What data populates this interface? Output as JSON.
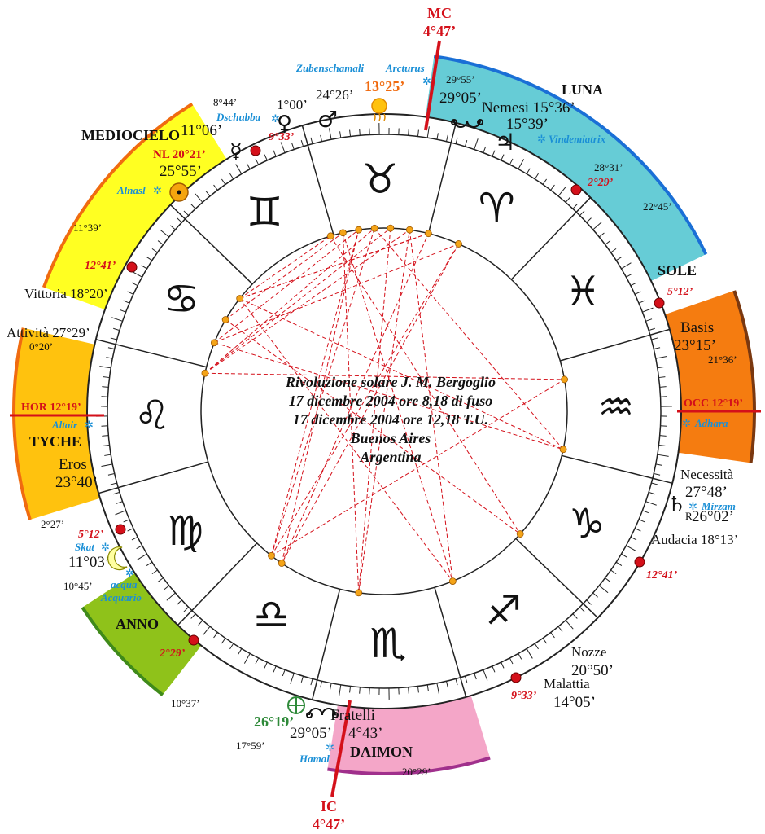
{
  "title_lines": [
    "Rivoluzione solare J. M. Bergoglio",
    "17 dicembre 2004 ore 8,18 di fuso",
    "17 dicembre 2004 ore 12,18 T.U.",
    "Buenos Aires",
    "Argentina"
  ],
  "axes": {
    "mc_label": "MC",
    "mc_deg": "4°47’",
    "ic_label": "IC",
    "ic_deg": "4°47’",
    "hor_label": "HOR  12°19’",
    "occ_label": "OCC  12°19’"
  },
  "houses": {
    "luna": {
      "name": "LUNA",
      "start": "29°55’",
      "end": "28°31’",
      "color": "#66ccd6",
      "edge": "#1a6fd6"
    },
    "sole": {
      "name": "SOLE",
      "start": "22°45’",
      "end": "21°36’",
      "color": "#f57c10",
      "edge": "#7a3810"
    },
    "daimon": {
      "name": "DAIMON",
      "start": "17°59’",
      "end": "20°29’",
      "color": "#f4a6c8",
      "edge": "#a0308c"
    },
    "anno": {
      "name": "ANNO",
      "start": "10°45’",
      "end": "10°37’",
      "color": "#8fc21a",
      "edge": "#3f8a1a"
    },
    "tyche": {
      "name": "TYCHE",
      "start": "0°20’",
      "end": "2°27’",
      "color": "#ffc20e",
      "edge": "#f06b10"
    },
    "mediocielo": {
      "name": "MEDIOCIELO",
      "start": "8°44’",
      "end": "11°39’",
      "color": "#ffff22",
      "edge": "#f06b10"
    }
  },
  "cusps": [
    {
      "id": "c1",
      "text": "2°29’"
    },
    {
      "id": "c2",
      "text": "5°12’"
    },
    {
      "id": "c3",
      "text": "12°41’"
    },
    {
      "id": "c4",
      "text": "9°33’"
    },
    {
      "id": "c5",
      "text": "2°29’"
    },
    {
      "id": "c6",
      "text": "5°12’"
    },
    {
      "id": "c7",
      "text": "12°41’"
    },
    {
      "id": "c8",
      "text": "9°33’"
    }
  ],
  "stars": {
    "zubenschamali": "Zubenschamali",
    "arcturus": "Arcturus",
    "dschubba": "Dschubba",
    "vindemiatrix": "Vindemiatrix",
    "alnasl": "Alnasl",
    "altair": "Altair",
    "adhara": "Adhara",
    "mirzam": "Mirzam",
    "skat": "Skat",
    "hamal": "Hamal"
  },
  "planets": {
    "venus_deg": "1°00’",
    "mars_deg": "24°26’",
    "sun_deg": "13°25’",
    "node_deg": "29°05’",
    "nemesi": "Nemesi 15°36’",
    "jupiter_deg": "15°39’",
    "mercury_deg": "11°06’",
    "nl": "NL 20°21’",
    "mercury_extra": "25°55’",
    "vittoria": "Vittoria 18°20’",
    "attivita": "Attività 27°29’",
    "eros_name": "Eros",
    "eros_deg": "23°40’",
    "moon_deg": "11°03’",
    "acqua": "acqua",
    "acquario": "Acquario",
    "basis_name": "Basis",
    "basis_deg": "23°15’",
    "necessita_name": "Necessità",
    "necessita_deg": "27°48’",
    "saturn_deg": "26°02’",
    "saturn_r": "R",
    "audacia": "Audacia 18°13’",
    "nozze_name": "Nozze",
    "nozze_deg": "20°50’",
    "malattia_name": "Malattia",
    "malattia_deg": "14°05’",
    "fortune_deg": "26°19’",
    "fratelli": "Fratelli",
    "south_node_deg": "29°05’",
    "fratelli_deg": "4°43’"
  },
  "icons": [
    "venus-icon",
    "mars-icon",
    "sun-icon",
    "south-node-icon",
    "jupiter-icon",
    "mercury-icon",
    "sun-disc-icon",
    "moon-icon",
    "saturn-icon",
    "part-of-fortune-icon",
    "star-icon",
    "cusp-dot-icon"
  ],
  "colors": {
    "axis_red": "#d4101a",
    "aspect_red": "#d4101a",
    "star_blue": "#1a8fd6",
    "aspect_node": "#f4a418"
  }
}
